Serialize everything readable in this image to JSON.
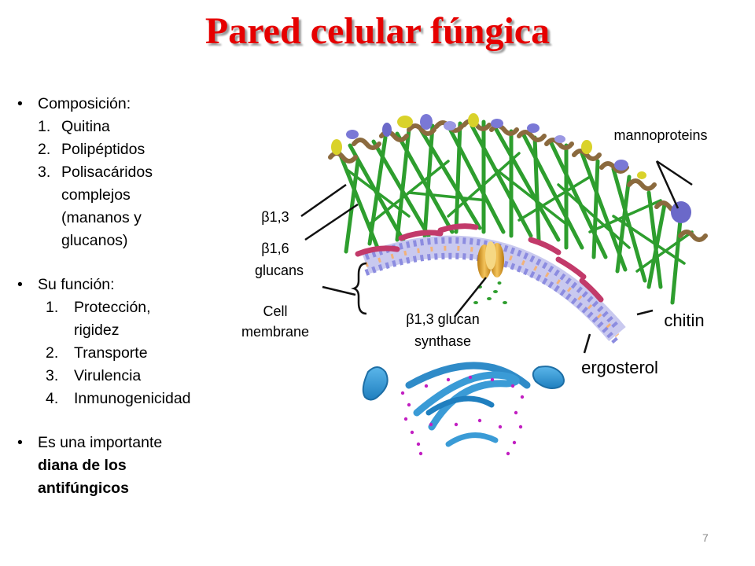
{
  "title": "Pared celular fúngica",
  "left": {
    "composition_label": "Composición:",
    "composition_items": [
      {
        "num": "1.",
        "text": "Quitina"
      },
      {
        "num": "2.",
        "text": "Polipéptidos"
      },
      {
        "num": "3.",
        "lines": [
          "Polisacáridos",
          "complejos",
          "(mananos y",
          "glucanos)"
        ]
      }
    ],
    "function_label": "Su función:",
    "function_items": [
      {
        "num": "1.",
        "lines": [
          "Protección,",
          "rigidez"
        ]
      },
      {
        "num": "2.",
        "text": "Transporte"
      },
      {
        "num": "3.",
        "text": "Virulencia"
      },
      {
        "num": "4.",
        "text": "Inmunogenicidad"
      }
    ],
    "target_prefix": "Es una importante",
    "target_bold_lines": [
      "diana de los",
      "antifúngicos"
    ]
  },
  "diagram_labels": {
    "mannoproteins": "mannoproteins",
    "beta13": "1,3",
    "beta16": "1,6",
    "glucans": "glucans",
    "cell": "Cell",
    "membrane": "membrane",
    "synthase_top": "1,3 glucan",
    "synthase_bottom": "synthase",
    "chitin": "chitin",
    "ergosterol": "ergosterol",
    "beta_symbol": "β"
  },
  "colors": {
    "title": "#e60000",
    "glucan_fiber": "#2e9e2e",
    "mannoprotein": "#7a78d6",
    "membrane_head": "#8c8ce0",
    "ergosterol": "#f2b27a",
    "synthase": "#d99a2a",
    "organelle": "#3a9bd6",
    "ribosome_dot": "#c21fc2"
  },
  "page_number": "7"
}
